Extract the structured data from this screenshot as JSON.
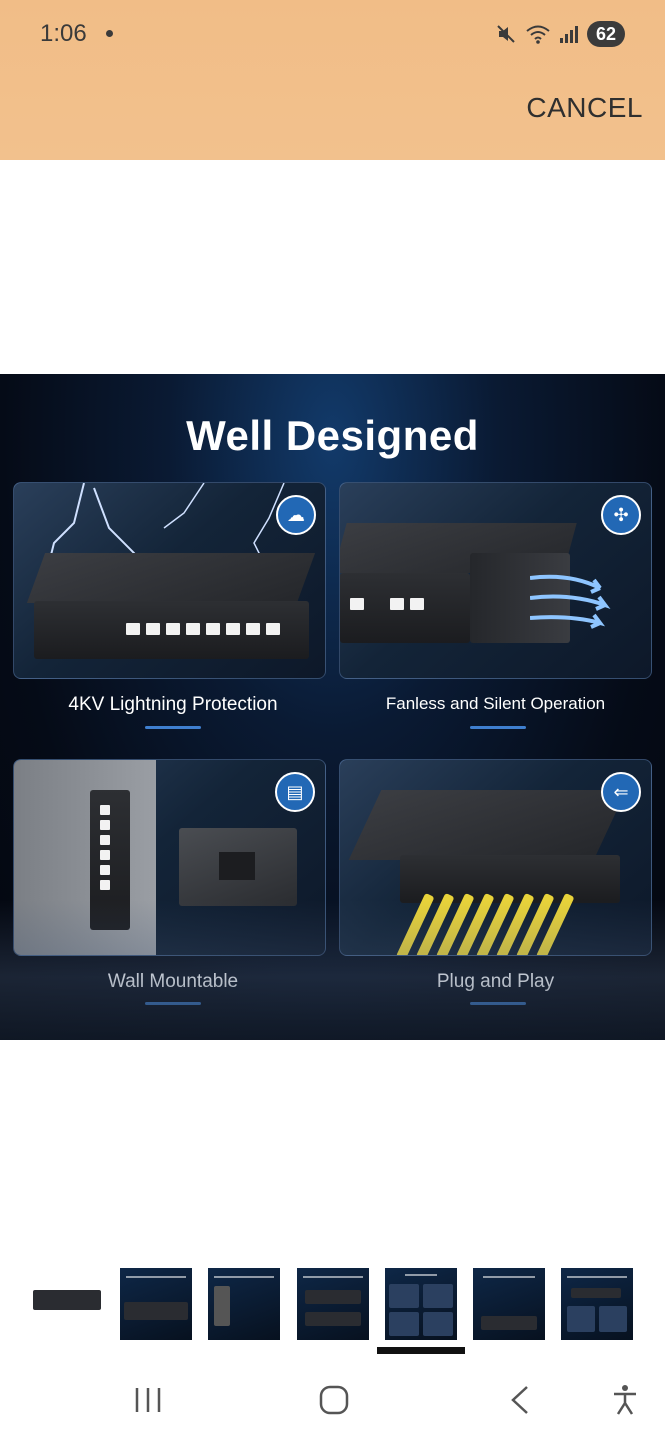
{
  "status_bar": {
    "time": "1:06",
    "battery": "62",
    "icons": [
      "mute-icon",
      "wifi-icon",
      "signal-icon"
    ]
  },
  "top_bar": {
    "cancel_label": "CANCEL",
    "background_color": "#f2bf8a"
  },
  "product_image": {
    "title": "Well Designed",
    "features": [
      {
        "label": "4KV Lightning Protection",
        "icon": "storm-cloud-icon"
      },
      {
        "label": "Fanless and Silent Operation",
        "icon": "fan-icon"
      },
      {
        "label": "Wall Mountable",
        "icon": "wall-mount-icon"
      },
      {
        "label": "Plug and Play",
        "icon": "plug-arrow-icon"
      }
    ],
    "accent_color": "#2268b5"
  },
  "thumbnails": {
    "count": 7,
    "selected_index": 4
  },
  "navigation": {
    "buttons": [
      "recent-apps-icon",
      "home-icon",
      "back-icon",
      "accessibility-icon"
    ]
  }
}
